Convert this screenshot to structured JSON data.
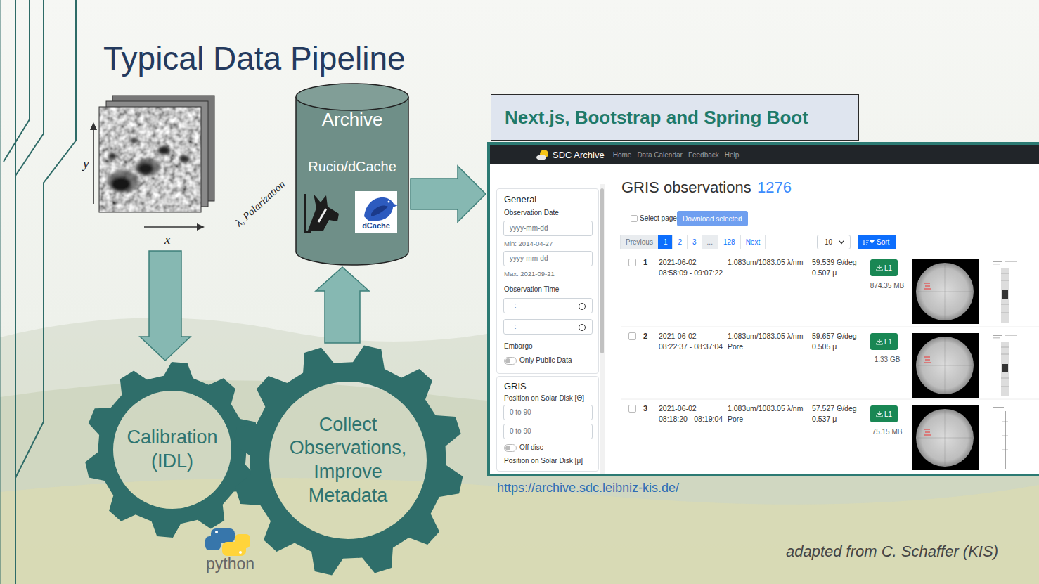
{
  "diagram": {
    "title": "Typical Data Pipeline",
    "nodes": [
      {
        "text": [
          "y",
          "x",
          "λ, Polarization"
        ]
      },
      {
        "text": [
          "Archive",
          "Rucio/dCache",
          "dCache"
        ]
      },
      {
        "text": [
          "Next.js, Bootstrap and Spring Boot"
        ]
      },
      {
        "text": [
          "https://archive.sdc.leibniz-kis.de/"
        ]
      },
      {
        "text": [
          "SDC Archive",
          "Home",
          "Data Calendar",
          "Feedback",
          "Help"
        ],
        "in": 3
      },
      {
        "text": [
          "General",
          "Observation Date",
          "yyyy-mm-dd",
          "Min: 2014-04-27",
          "yyyy-mm-dd",
          "Max: 2021-09-21",
          "Observation Time",
          "--:--",
          "--:--",
          "Embargo",
          "Only Public Data"
        ],
        "in": 3
      },
      {
        "text": [
          "GRIS",
          "Position on Solar Disk [Θ]",
          "0 to 90",
          "0 to 90",
          "Off disc",
          "Position on Solar Disk [μ]"
        ],
        "in": 3
      },
      {
        "text": [
          "Download selected"
        ],
        "in": 3
      },
      {
        "text": [
          "Previous",
          "1",
          "2",
          "3",
          "...",
          "128",
          "Next"
        ],
        "in": 3
      },
      {
        "text": [
          "10"
        ],
        "in": 3
      },
      {
        "text": [
          "Sort"
        ],
        "in": 3
      },
      {
        "text": [
          "1",
          "2021-06-02",
          "08:58:09 - 09:07:22",
          "1.083um/1083.05 λ/nm",
          "59.539 Θ/deg",
          "0.507 μ",
          "874.35 MB"
        ],
        "in": 3
      },
      {
        "text": [
          "L1"
        ],
        "in": 11
      },
      {
        "text": [
          "2",
          "2021-06-02",
          "08:22:37 - 08:37:04",
          "1.083um/1083.05 λ/nm",
          "Pore",
          "59.657 Θ/deg",
          "0.505 μ",
          "1.33 GB"
        ],
        "in": 3
      },
      {
        "text": [
          "L1"
        ],
        "in": 13
      },
      {
        "text": [
          "3",
          "2021-06-02",
          "08:18:20 - 08:19:04",
          "1.083um/1083.05 λ/nm",
          "Pore",
          "57.527 Θ/deg",
          "0.537 μ",
          "75.15 MB"
        ],
        "in": 3
      },
      {
        "text": [
          "L1"
        ],
        "in": 15
      },
      {
        "text": [
          "Calibration (IDL)"
        ]
      },
      {
        "text": [
          "Collect Observations, Improve Metadata"
        ]
      }
    ],
    "edges": [
      {
        "from": 0,
        "to": 17,
        "arrow": "to"
      },
      {
        "from": 18,
        "to": 1,
        "arrow": "to"
      },
      {
        "from": 1,
        "to": 3,
        "arrow": "to"
      }
    ],
    "labels": [
      "GRIS observations",
      "1276",
      "Select page",
      "python",
      "adapted from C. Schaffer (KIS)"
    ]
  }
}
